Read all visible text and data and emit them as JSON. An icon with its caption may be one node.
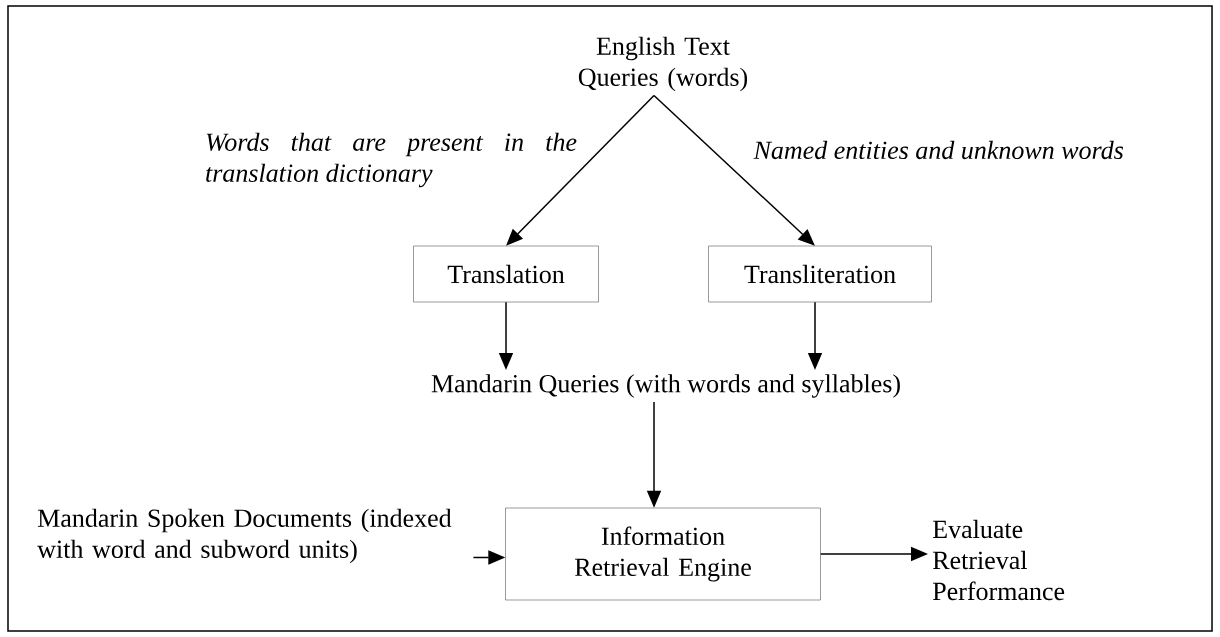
{
  "diagram": {
    "nodes": [
      {
        "text": [
          "English Text Queries (words)"
        ]
      },
      {
        "text": [
          "Translation"
        ]
      },
      {
        "text": [
          "Transliteration"
        ]
      },
      {
        "text": [
          "Mandarin Queries (with words and syllables)"
        ]
      },
      {
        "text": [
          "Mandarin Spoken Documents (indexed with word and subword units)"
        ]
      },
      {
        "text": [
          "Information Retrieval Engine"
        ]
      },
      {
        "text": [
          "Evaluate Retrieval Performance"
        ]
      }
    ],
    "edges": [
      {
        "from": 0,
        "to": 1,
        "arrow": "to",
        "label": "Words that are present in the translation dictionary"
      },
      {
        "from": 0,
        "to": 2,
        "arrow": "to",
        "label": "Named entities and unknown words"
      },
      {
        "from": 1,
        "to": 3,
        "arrow": "to"
      },
      {
        "from": 2,
        "to": 3,
        "arrow": "to"
      },
      {
        "from": 3,
        "to": 5,
        "arrow": "to"
      },
      {
        "from": 4,
        "to": 5,
        "arrow": "to"
      },
      {
        "from": 5,
        "to": 6,
        "arrow": "to"
      }
    ]
  }
}
